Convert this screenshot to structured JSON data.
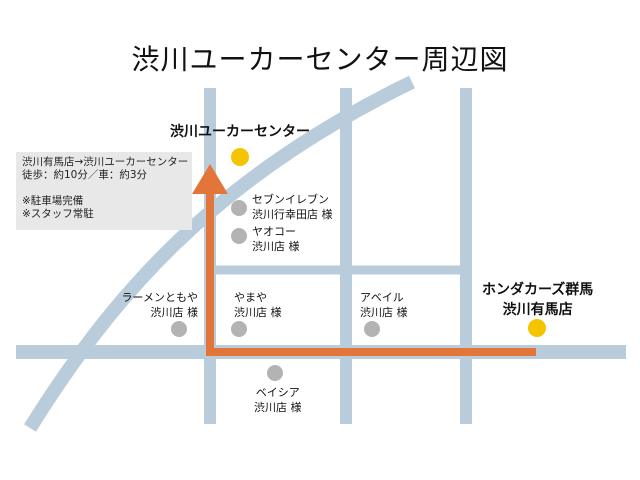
{
  "title": "渋川ユーカーセンター周辺図",
  "colors": {
    "road": "#b8ccdc",
    "route": "#e2763a",
    "destination_marker": "#f5c400",
    "landmark_marker": "#b3b3b3",
    "info_box": "#e8e8e8"
  },
  "destination": {
    "name": "渋川ユーカーセンター",
    "icon": "yellow-dot"
  },
  "origin": {
    "line1": "ホンダカーズ群馬",
    "line2": "渋川有馬店",
    "icon": "yellow-dot"
  },
  "info": {
    "route": "渋川有馬店→渋川ユーカーセンター",
    "time": "徒歩：約10分／車：約3分",
    "note1": "※駐車場完備",
    "note2": "※スタッフ常駐"
  },
  "landmarks": [
    {
      "line1": "セブンイレブン",
      "line2": "渋川行幸田店 様",
      "icon": "gray-dot"
    },
    {
      "line1": "ヤオコー",
      "line2": "渋川店 様",
      "icon": "gray-dot"
    },
    {
      "line1": "ラーメンともや",
      "line2": "渋川店 様",
      "icon": "gray-dot"
    },
    {
      "line1": "やまや",
      "line2": "渋川店 様",
      "icon": "gray-dot"
    },
    {
      "line1": "アベイル",
      "line2": "渋川店 様",
      "icon": "gray-dot"
    },
    {
      "line1": "ベイシア",
      "line2": "渋川店 様",
      "icon": "gray-dot"
    }
  ]
}
